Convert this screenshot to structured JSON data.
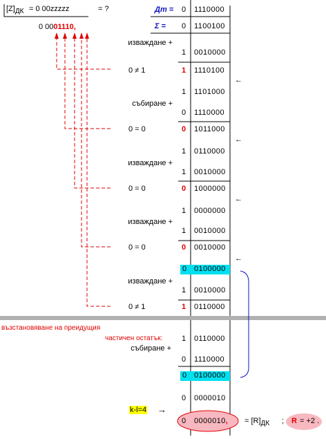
{
  "header": {
    "zdk_left": "[Z]",
    "zdk_sub": "ДК",
    "zdk_value": "= 0 00zzzzz",
    "zdk_q": "= ?",
    "quotient_prefix": "0 00",
    "quotient_bits": "01110",
    "quotient_comma": ",",
    "dt_label": "Дт =",
    "dt_sign": "0",
    "dt_mag": "1110000",
    "sigma_label": "Σ =",
    "sigma_sign": "0",
    "sigma_mag": "1100100"
  },
  "steps": {
    "op1": "изваждане +",
    "r1_sign": "1",
    "r1_mag": "0010000",
    "c1_text": "0 ≠ 1",
    "res1_sign": "1",
    "res1_mag": "1110100",
    "sh1_sign": "1",
    "sh1_mag": "1101000",
    "op2": "събиране +",
    "r2_sign": "0",
    "r2_mag": "1110000",
    "c2_text": "0 = 0",
    "res2_sign": "0",
    "res2_mag": "1011000",
    "sh2_sign": "1",
    "sh2_mag": "0110000",
    "op3": "изваждане +",
    "r3_sign": "1",
    "r3_mag": "0010000",
    "c3_text": "0 = 0",
    "res3_sign": "0",
    "res3_mag": "1000000",
    "sh3_sign": "1",
    "sh3_mag": "0000000",
    "op4": "изваждане +",
    "r4_sign": "1",
    "r4_mag": "0010000",
    "c4_text": "0 = 0",
    "res4_sign": "0",
    "res4_mag": "0010000",
    "sh4_sign": "0",
    "sh4_mag": "0100000",
    "op5": "изваждане +",
    "r5_sign": "1",
    "r5_mag": "0010000",
    "c5_text": "0 ≠ 1",
    "res5_sign": "1",
    "res5_mag": "0110000"
  },
  "restore": {
    "note1": "възстановяване на преидущия",
    "note2": "частичен остатък:",
    "r6_sign": "1",
    "r6_mag": "0110000",
    "op6": "събиране +",
    "r7_sign": "0",
    "r7_mag": "1110000",
    "res6_sign": "0",
    "res6_mag": "0100000",
    "shr_sign": "0",
    "shr_mag": "0000010"
  },
  "final": {
    "kl_label": "k-l=4",
    "arrow": "→",
    "res_sign": "0",
    "res_mag": "0000010",
    "res_comma": ",",
    "eq": "= [R]",
    "eq_sub": "ДК",
    "semi": ";",
    "r_label": "R",
    "r_value": "= +2 ."
  },
  "shift_arrow": "←",
  "colors": {
    "red": "#e00000",
    "blue": "#1010c0",
    "cyan": "#00e0f0",
    "yellow": "#ffff00",
    "divider": "#b0b0b0"
  }
}
